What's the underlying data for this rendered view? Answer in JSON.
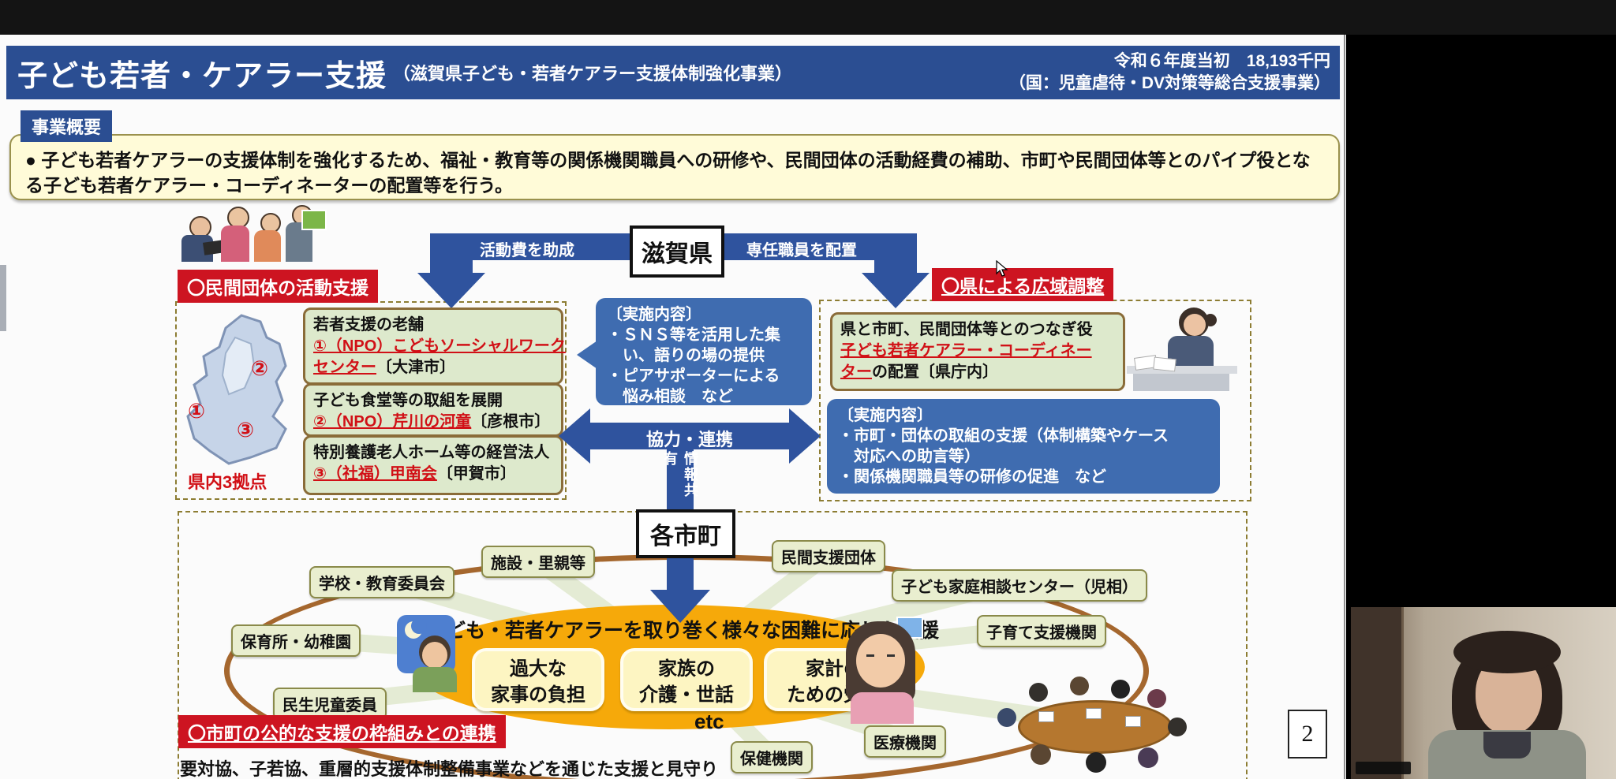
{
  "window": {
    "page_number": "2"
  },
  "header": {
    "title": "子ども若者・ケアラー支援",
    "subtitle": "（滋賀県子ども・若者ケアラー支援体制強化事業）",
    "budget_line1": "令和６年度当初　18,193千円",
    "budget_line2": "（国：児童虐待・DV対策等総合支援事業）"
  },
  "overview": {
    "label": "事業概要",
    "line1": "● 子ども若者ケアラーの支援体制を強化するため、福祉・教育等の関係機関職員への研修や、民間団体の活動経費の補助、市町や民間団体等とのパイプ役とな",
    "line2": "る子ども若者ケアラー・コーディネーターの配置等を行う。"
  },
  "center": {
    "prefecture": "滋賀県",
    "grant_label": "活動費を助成",
    "staff_label": "専任職員を配置",
    "cooperation": "協力・連携",
    "info_share": "情報共有",
    "municipality": "各市町"
  },
  "left_support": {
    "heading": "〇民間団体の活動支援",
    "map_caption": "県内3拠点",
    "markers": [
      "①",
      "②",
      "③"
    ],
    "orgs": [
      {
        "title": "若者支援の老舗",
        "link_l1": "①（NPO）こどもソーシャルワーク",
        "link_l2": "センター",
        "place": "〔大津市〕"
      },
      {
        "title": "子ども食堂等の取組を展開",
        "link_l1": "②（NPO）芹川の河童",
        "place": "〔彦根市〕"
      },
      {
        "title": "特別養護老人ホーム等の経営法人",
        "link_l1": "③（社福）甲南会",
        "place": "〔甲賀市〕"
      }
    ]
  },
  "sns_box": {
    "heading": "〔実施内容〕",
    "lines": [
      "・ＳＮＳ等を活用した集",
      "　い、語りの場の提供",
      "・ピアサポーターによる",
      "　悩み相談　など"
    ]
  },
  "right_adjust": {
    "heading": "〇県による広域調整",
    "box_title": "県と市町、民間団体等とのつなぎ役",
    "box_link_l1": "子ども若者ケアラー・コーディネー",
    "box_link_l2": "ター",
    "box_suffix": "の配置〔県庁内〕",
    "impl_heading": "〔実施内容〕",
    "impl_lines": [
      "・市町・団体の取組の支援（体制構築やケース",
      "　対応への助言等）",
      "・関係機関職員等の研修の促進　など"
    ]
  },
  "network": {
    "title": "子ども・若者ケアラーを取り巻く様々な困難に応じた支援",
    "difficulties": [
      {
        "line1": "過大な",
        "line2": "家事の負担"
      },
      {
        "line1": "家族の",
        "line2": "介護・世話"
      },
      {
        "line1": "家計の",
        "line2": "ための労働"
      }
    ],
    "etc_label": "etc",
    "orgs": [
      "施設・里親等",
      "学校・教育委員会",
      "民間支援団体",
      "子ども家庭相談センター（児相）",
      "子育て支援機関",
      "保育所・幼稚園",
      "民生児童委員",
      "保健機関",
      "医療機関"
    ]
  },
  "bottom": {
    "heading": "〇市町の公的な支援の枠組みとの連携",
    "note": "要対協、子若協、重層的支援体制整備事業などを通じた支援と見守り"
  },
  "colors": {
    "header_blue": "#2b4e92",
    "arrow_blue": "#2f539e",
    "content_blue": "#3f6cb0",
    "accent_red": "#cd1421",
    "link_red": "#d11016",
    "note_yellow": "#fffbd8",
    "green_box": "#dde9cc",
    "ellipse_orange": "#f6a90a",
    "ring_brown": "#a5672e"
  }
}
